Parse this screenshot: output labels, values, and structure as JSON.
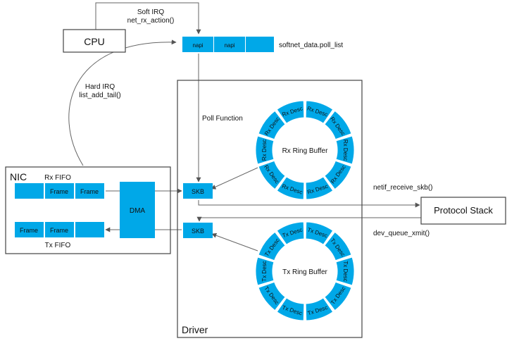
{
  "cpu": {
    "label": "CPU"
  },
  "soft_irq": {
    "line1": "Soft IRQ",
    "line2": "net_rx_action()"
  },
  "hard_irq": {
    "line1": "Hard IRQ",
    "line2": "list_add_tail()"
  },
  "poll_list": {
    "cells": [
      "napi",
      "napi",
      ""
    ],
    "label": "softnet_data.poll_list"
  },
  "poll_function": "Poll Function",
  "nic": {
    "label": "NIC",
    "rx_fifo_label": "Rx FIFO",
    "rx_cells": [
      "",
      "Frame",
      "Frame"
    ],
    "tx_fifo_label": "Tx FIFO",
    "tx_cells": [
      "Frame",
      "Frame",
      ""
    ],
    "dma_label": "DMA"
  },
  "driver": {
    "label": "Driver",
    "rx_skb": "SKB",
    "tx_skb": "SKB",
    "rx_ring": {
      "label": "Rx Ring Buffer",
      "segment_label": "Rx Desc",
      "segments": 10
    },
    "tx_ring": {
      "label": "Tx Ring Buffer",
      "segment_label": "Tx Desc",
      "segments": 10
    }
  },
  "protocol_stack": {
    "label": "Protocol Stack"
  },
  "netif_receive": "netif_receive_skb()",
  "dev_queue_xmit": "dev_queue_xmit()",
  "colors": {
    "accent": "#00a8e8",
    "line": "#555555",
    "text": "#111111"
  }
}
